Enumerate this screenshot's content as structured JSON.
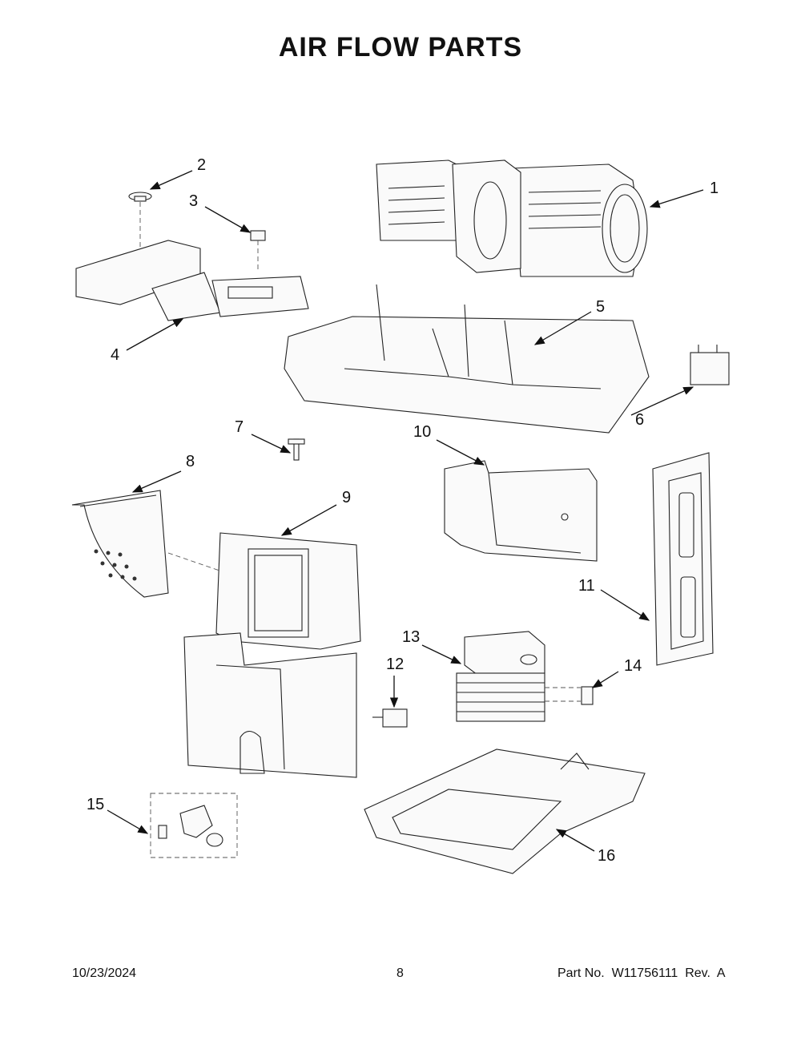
{
  "title": "AIR FLOW PARTS",
  "callouts": [
    "1",
    "2",
    "3",
    "4",
    "5",
    "6",
    "7",
    "8",
    "9",
    "10",
    "11",
    "12",
    "13",
    "14",
    "15",
    "16"
  ],
  "footer": {
    "date": "10/23/2024",
    "page": "8",
    "part_no": "Part No.  W11756111  Rev.  A"
  }
}
